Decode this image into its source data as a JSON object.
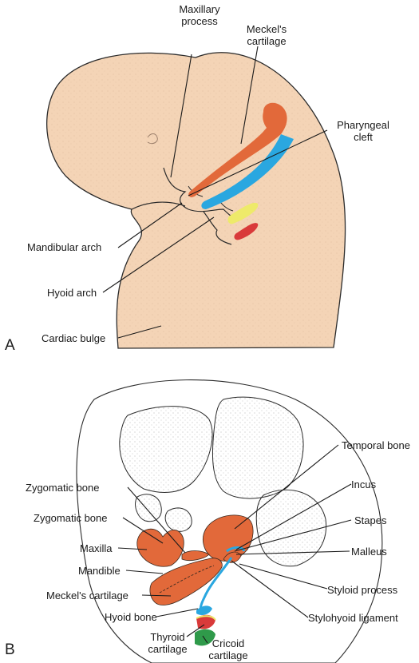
{
  "panels": {
    "a": "A",
    "b": "B"
  },
  "labels_a": {
    "maxillary_process": [
      "Maxillary",
      "process"
    ],
    "meckels_cartilage": [
      "Meckel's",
      "cartilage"
    ],
    "pharyngeal_cleft": [
      "Pharyngeal",
      "cleft"
    ],
    "mandibular_arch": "Mandibular arch",
    "hyoid_arch": "Hyoid arch",
    "cardiac_bulge": "Cardiac bulge"
  },
  "labels_b": {
    "temporal_bone": "Temporal bone",
    "zygomatic_bone_1": "Zygomatic bone",
    "incus": "Incus",
    "zygomatic_bone_2": "Zygomatic bone",
    "stapes": "Stapes",
    "maxilla": "Maxilla",
    "malleus": "Malleus",
    "mandible": "Mandible",
    "styloid_process": "Styloid process",
    "meckels_cartilage": "Meckel's cartilage",
    "stylohyoid_ligament": "Stylohyoid ligament",
    "hyoid_bone": "Hyoid bone",
    "thyroid_cartilage": [
      "Thyroid",
      "cartilage"
    ],
    "cricoid_cartilage": [
      "Cricoid",
      "cartilage"
    ]
  },
  "colors": {
    "skin": "#f4d4b6",
    "first_arch": "#e2693a",
    "second_arch": "#2aa7e0",
    "third_arch": "#eeea6a",
    "fourth_arch": "#d93a3a",
    "cricoid": "#2f9a4a",
    "skull_bone": "#e8e8e8"
  }
}
